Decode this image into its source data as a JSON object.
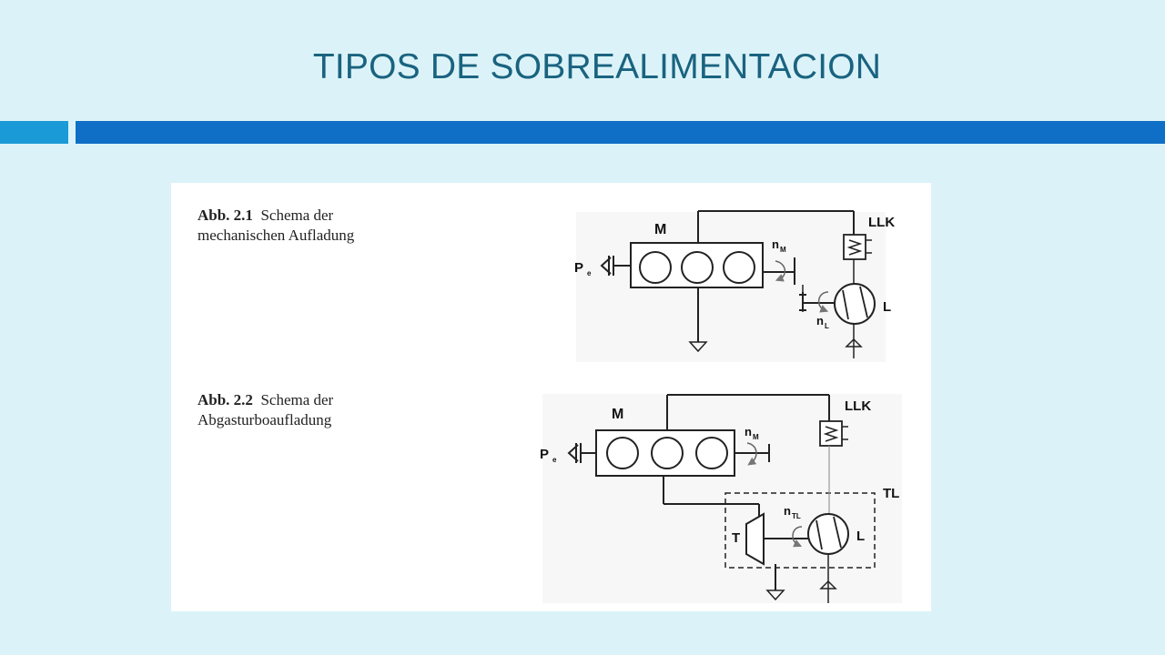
{
  "slide": {
    "title": "TIPOS DE SOBREALIMENTACION"
  },
  "figure1": {
    "caption_label": "Abb. 2.1",
    "caption_line1": "Schema der",
    "caption_line2": "mechanischen Aufladung",
    "labels": {
      "engine": "M",
      "intercooler": "LLK",
      "compressor": "L",
      "power": "P",
      "power_sub": "e",
      "n_m": "n",
      "n_m_sub": "M",
      "n_l": "n",
      "n_l_sub": "L"
    }
  },
  "figure2": {
    "caption_label": "Abb. 2.2",
    "caption_line1": "Schema der",
    "caption_line2": "Abgasturboaufladung",
    "labels": {
      "engine": "M",
      "intercooler": "LLK",
      "compressor": "L",
      "turbine": "T",
      "turbocharger": "TL",
      "power": "P",
      "power_sub": "e",
      "n_m": "n",
      "n_m_sub": "M",
      "n_tl": "n",
      "n_tl_sub": "TL"
    }
  }
}
